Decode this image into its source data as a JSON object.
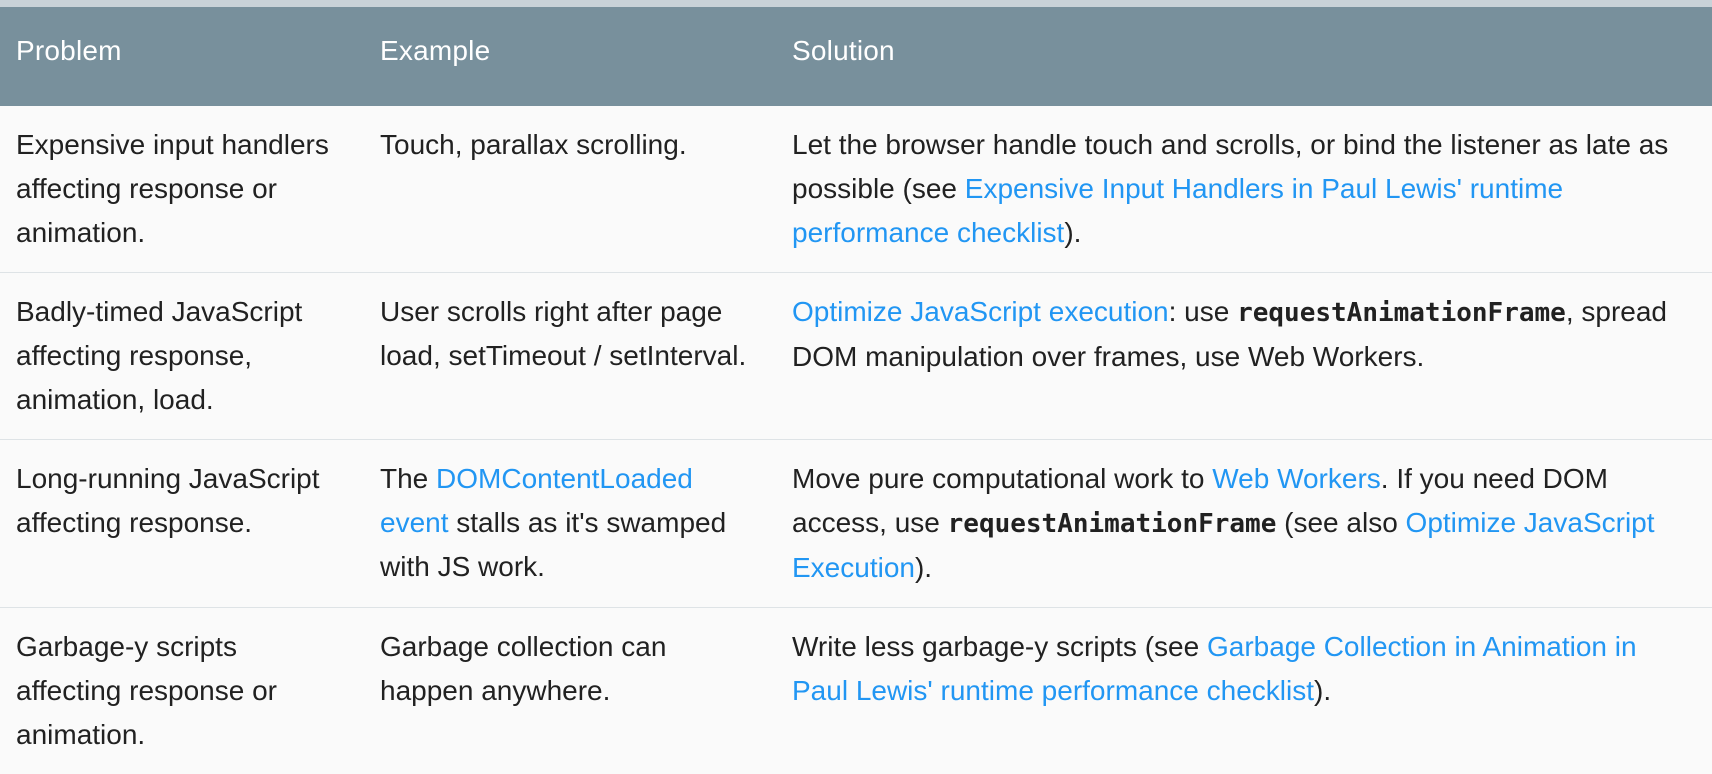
{
  "colors": {
    "header_bg": "#78909C",
    "header_text": "#FFFFFF",
    "page_bg": "#FAFAFA",
    "body_text": "#212121",
    "link": "#2196F3",
    "row_divider": "#DEE3E6",
    "top_strip": "#C9D2D8"
  },
  "table": {
    "columns": [
      {
        "key": "problem",
        "label": "Problem"
      },
      {
        "key": "example",
        "label": "Example"
      },
      {
        "key": "solution",
        "label": "Solution"
      }
    ],
    "rows": [
      {
        "cells": [
          [
            {
              "type": "text",
              "text": "Expensive input handlers affecting response or animation."
            }
          ],
          [
            {
              "type": "text",
              "text": "Touch, parallax scrolling."
            }
          ],
          [
            {
              "type": "text",
              "text": "Let the browser handle touch and scrolls, or bind the listener as late as possible (see "
            },
            {
              "type": "link",
              "text": "Expensive Input Handlers in Paul Lewis' runtime performance checklist"
            },
            {
              "type": "text",
              "text": ")."
            }
          ]
        ]
      },
      {
        "cells": [
          [
            {
              "type": "text",
              "text": "Badly-timed JavaScript affecting response, animation, load."
            }
          ],
          [
            {
              "type": "text",
              "text": "User scrolls right after page load, setTimeout / setInterval."
            }
          ],
          [
            {
              "type": "link",
              "text": "Optimize JavaScript execution"
            },
            {
              "type": "text",
              "text": ": use "
            },
            {
              "type": "code",
              "text": "requestAnimationFrame"
            },
            {
              "type": "text",
              "text": ", spread DOM manipulation over frames, use Web Workers."
            }
          ]
        ]
      },
      {
        "cells": [
          [
            {
              "type": "text",
              "text": "Long-running JavaScript affecting response."
            }
          ],
          [
            {
              "type": "text",
              "text": "The "
            },
            {
              "type": "link",
              "text": "DOMContentLoaded event"
            },
            {
              "type": "text",
              "text": " stalls as it's swamped with JS work."
            }
          ],
          [
            {
              "type": "text",
              "text": "Move pure computational work to "
            },
            {
              "type": "link",
              "text": "Web Workers"
            },
            {
              "type": "text",
              "text": ". If you need DOM access, use "
            },
            {
              "type": "code",
              "text": "requestAnimationFrame"
            },
            {
              "type": "text",
              "text": " (see also "
            },
            {
              "type": "link",
              "text": "Optimize JavaScript Execution"
            },
            {
              "type": "text",
              "text": ")."
            }
          ]
        ]
      },
      {
        "cells": [
          [
            {
              "type": "text",
              "text": "Garbage-y scripts affecting response or animation."
            }
          ],
          [
            {
              "type": "text",
              "text": "Garbage collection can happen anywhere."
            }
          ],
          [
            {
              "type": "text",
              "text": "Write less garbage-y scripts (see "
            },
            {
              "type": "link",
              "text": "Garbage Collection in Animation in Paul Lewis' runtime performance checklist"
            },
            {
              "type": "text",
              "text": ")."
            }
          ]
        ]
      }
    ]
  }
}
